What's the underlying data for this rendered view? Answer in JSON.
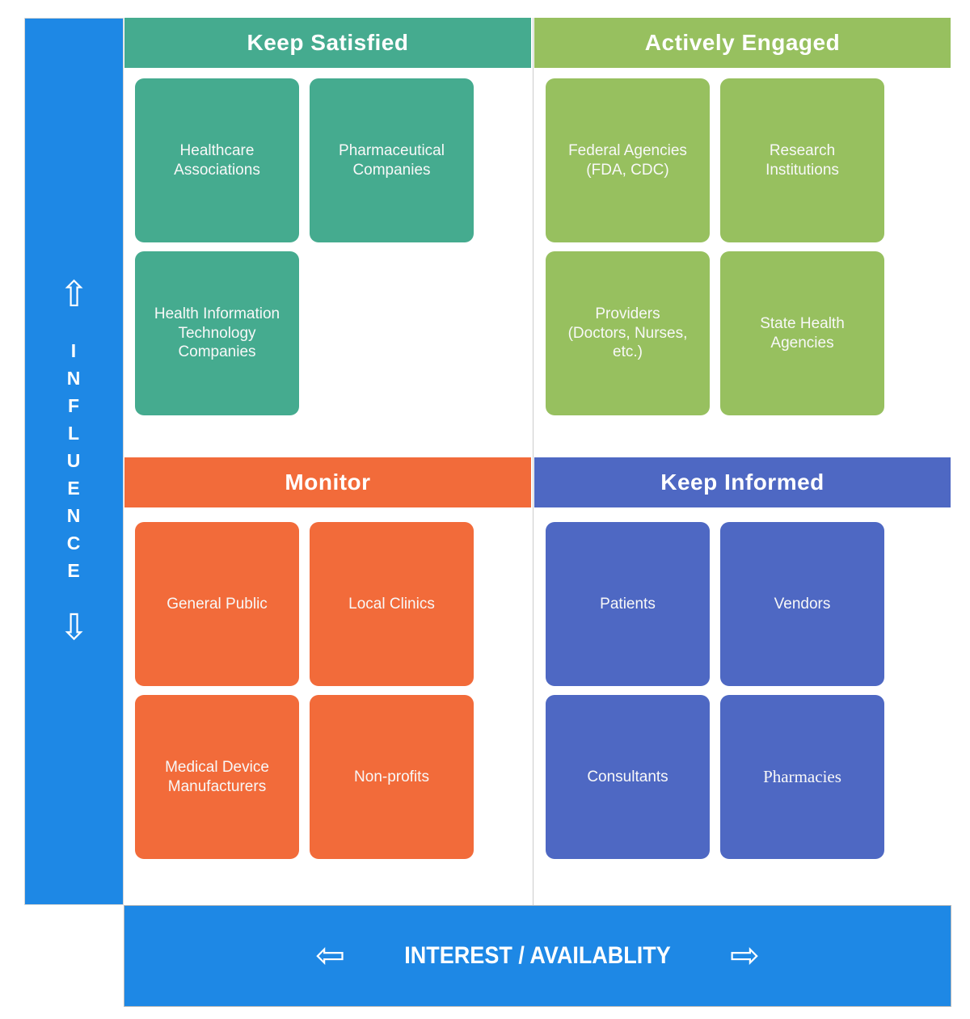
{
  "axes": {
    "influence": {
      "label": "INFLUENCE",
      "letters": [
        "I",
        "N",
        "F",
        "L",
        "U",
        "E",
        "N",
        "C",
        "E"
      ],
      "up_arrow_glyph": "⇧",
      "down_arrow_glyph": "⇩",
      "bar_color": "#1E88E5"
    },
    "interest": {
      "label": "INTEREST / AVAILABLITY",
      "left_arrow_glyph": "⇦",
      "right_arrow_glyph": "⇨",
      "bar_color": "#1E88E5"
    }
  },
  "quadrants": [
    {
      "id": "keep-satisfied",
      "title": "Keep Satisfied",
      "color": "#45AB8F",
      "position": "top-left",
      "cards": [
        "Healthcare\nAssociations",
        "Pharmaceutical\nCompanies",
        "Health Information\nTechnology\nCompanies"
      ]
    },
    {
      "id": "actively-engaged",
      "title": "Actively Engaged",
      "color": "#97C05F",
      "position": "top-right",
      "cards": [
        "Federal Agencies\n(FDA, CDC)",
        "Research\nInstitutions",
        "Providers\n(Doctors, Nurses,\netc.)",
        "State Health\nAgencies"
      ]
    },
    {
      "id": "monitor",
      "title": "Monitor",
      "color": "#F26B3A",
      "position": "bottom-left",
      "cards": [
        "General Public",
        "Local Clinics",
        "Medical Device\nManufacturers",
        "Non-profits"
      ]
    },
    {
      "id": "keep-informed",
      "title": "Keep Informed",
      "color": "#4E68C3",
      "position": "bottom-right",
      "cards": [
        "Patients",
        "Vendors",
        "Consultants",
        "Pharmacies"
      ]
    }
  ]
}
